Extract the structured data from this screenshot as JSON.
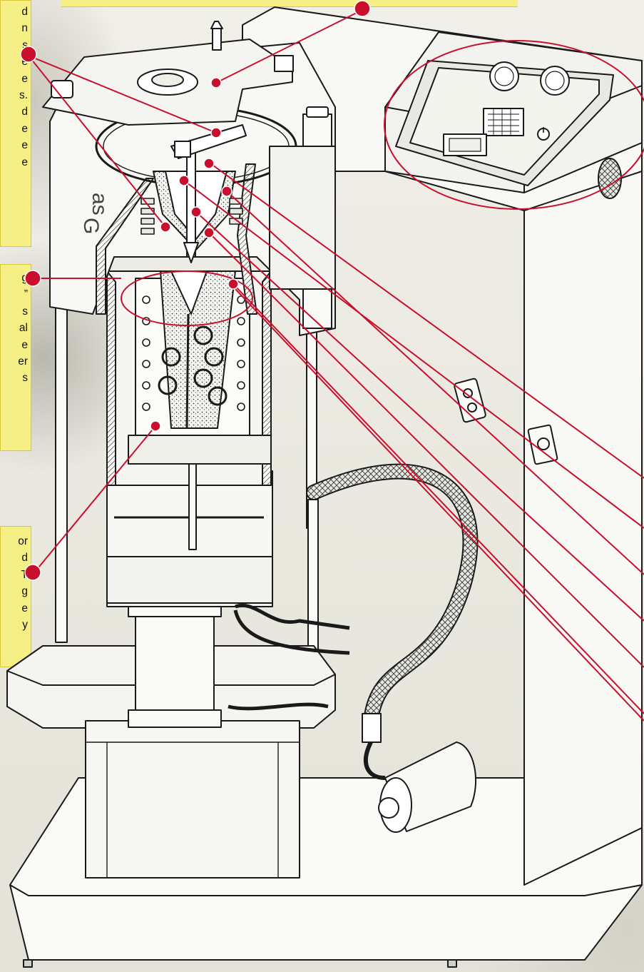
{
  "callouts": [
    {
      "id": "upper",
      "lines": [
        "d",
        "n",
        "s",
        "e",
        "e",
        "s.",
        "d",
        "e",
        "e",
        "e"
      ]
    },
    {
      "id": "middle",
      "lines": [
        "g",
        "”",
        "s",
        "al",
        "e",
        "er",
        "s"
      ]
    },
    {
      "id": "lower",
      "lines": [
        "or",
        "d",
        "T",
        "g",
        "e",
        "y"
      ]
    }
  ],
  "machine_logo": "as\nG",
  "colors": {
    "callout_fill": "#f6ef86",
    "leader_line": "#c8102e",
    "drawing_line": "#1a1a1a"
  }
}
